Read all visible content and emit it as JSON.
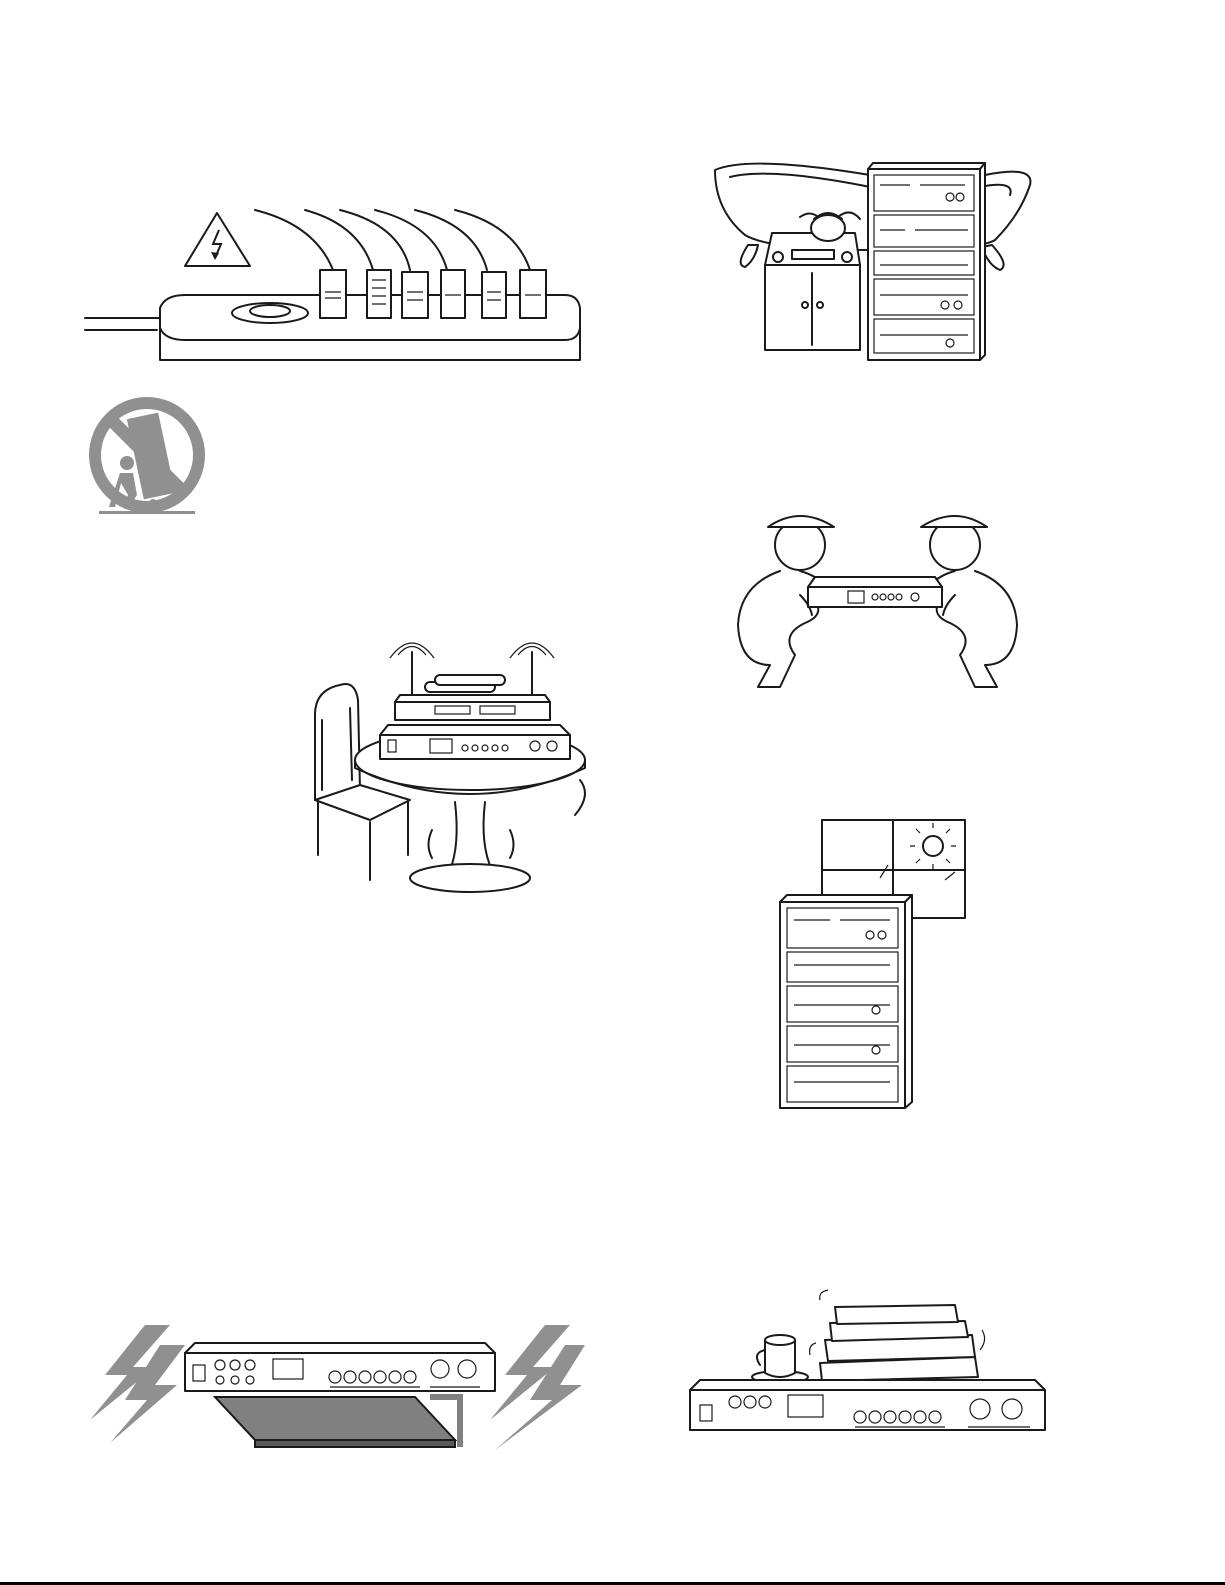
{
  "page": {
    "background": "#ffffff",
    "line_color": "#1a1a1a",
    "warning_gray": "#909090"
  },
  "illustrations": [
    {
      "id": "overloaded-outlet-strip",
      "icons": [
        "lightning-warning-icon",
        "power-strip-icon",
        "plug-icon"
      ]
    },
    {
      "id": "water-and-heat-hazard",
      "icons": [
        "bathtub-icon",
        "stove-icon",
        "kettle-icon",
        "equipment-rack-icon"
      ]
    },
    {
      "id": "cart-tip-over-warning",
      "icons": [
        "cart-tip-over-icon"
      ]
    },
    {
      "id": "two-person-lift",
      "icons": [
        "worker-icon",
        "amplifier-icon"
      ]
    },
    {
      "id": "unstable-surface",
      "icons": [
        "chair-icon",
        "table-icon",
        "wireless-receiver-icon",
        "microphone-icon",
        "amplifier-icon"
      ]
    },
    {
      "id": "direct-sunlight",
      "icons": [
        "window-icon",
        "sun-icon",
        "equipment-rack-icon"
      ]
    },
    {
      "id": "lightning-storm",
      "icons": [
        "lightning-bolt-icon",
        "amplifier-icon",
        "shelf-icon"
      ]
    },
    {
      "id": "objects-on-top",
      "icons": [
        "cup-icon",
        "books-icon",
        "amplifier-icon"
      ]
    }
  ]
}
